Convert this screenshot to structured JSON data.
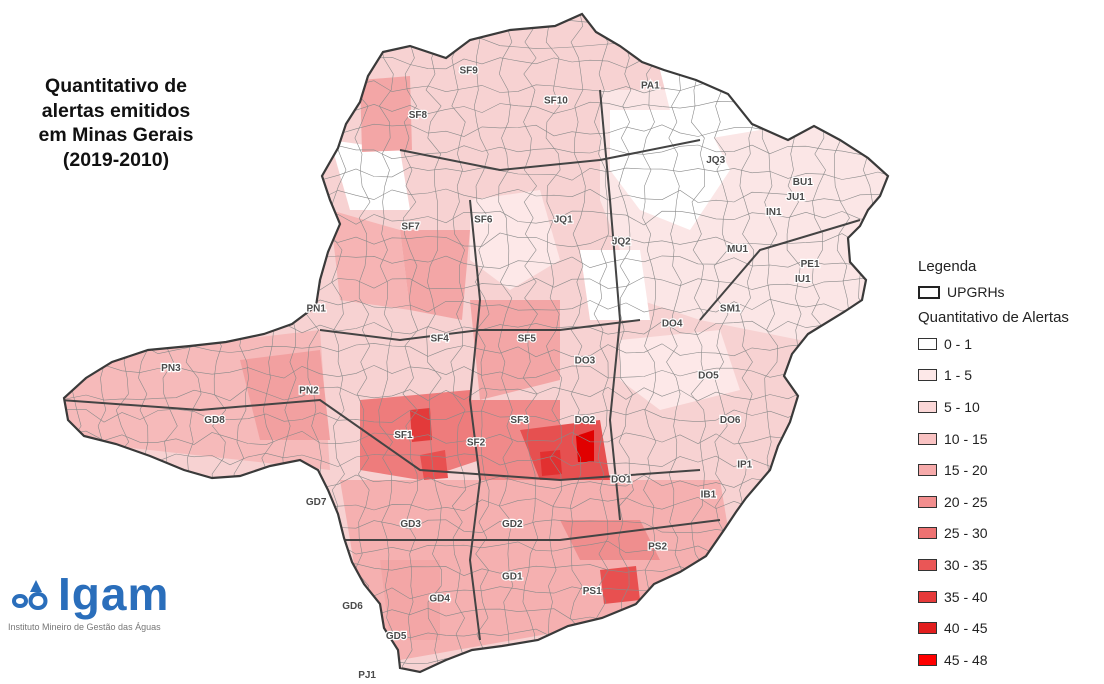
{
  "title_lines": [
    "Quantitativo de",
    "alertas emitidos",
    "em  Minas Gerais",
    "(2019-2010)"
  ],
  "legend": {
    "title": "Legenda",
    "boundary_label": "UPGRHs",
    "subtitle": "Quantitativo de Alertas",
    "classes": [
      {
        "label": "0 - 1",
        "color": "#ffffff"
      },
      {
        "label": "1 - 5",
        "color": "#fde8e8"
      },
      {
        "label": "5 - 10",
        "color": "#fbd7d7"
      },
      {
        "label": "10 - 15",
        "color": "#f9c2c2"
      },
      {
        "label": "15 - 20",
        "color": "#f6aaaa"
      },
      {
        "label": "20 - 25",
        "color": "#f28e8e"
      },
      {
        "label": "25 - 30",
        "color": "#ee7272"
      },
      {
        "label": "30 - 35",
        "color": "#ea5656"
      },
      {
        "label": "35 - 40",
        "color": "#e63a3a"
      },
      {
        "label": "40 - 45",
        "color": "#e21e1e"
      },
      {
        "label": "45 - 48",
        "color": "#ff0000"
      }
    ]
  },
  "logo": {
    "name": "Igam",
    "subtitle": "Instituto Mineiro de Gestão das Águas",
    "color": "#2a6ebb"
  },
  "upgrh_labels": [
    {
      "code": "SF9",
      "lon": -45.6,
      "lat": -14.9
    },
    {
      "code": "SF10",
      "lon": -44.4,
      "lat": -15.3
    },
    {
      "code": "PA1",
      "lon": -43.1,
      "lat": -15.1
    },
    {
      "code": "SF8",
      "lon": -46.3,
      "lat": -15.5
    },
    {
      "code": "JQ3",
      "lon": -42.2,
      "lat": -16.1
    },
    {
      "code": "BU1",
      "lon": -41.0,
      "lat": -16.4
    },
    {
      "code": "JU1",
      "lon": -41.1,
      "lat": -16.6
    },
    {
      "code": "IN1",
      "lon": -41.4,
      "lat": -16.8
    },
    {
      "code": "SF7",
      "lon": -46.4,
      "lat": -17.0
    },
    {
      "code": "SF6",
      "lon": -45.4,
      "lat": -16.9
    },
    {
      "code": "JQ1",
      "lon": -44.3,
      "lat": -16.9
    },
    {
      "code": "JQ2",
      "lon": -43.5,
      "lat": -17.2
    },
    {
      "code": "MU1",
      "lon": -41.9,
      "lat": -17.3
    },
    {
      "code": "PE1",
      "lon": -40.9,
      "lat": -17.5
    },
    {
      "code": "IU1",
      "lon": -41.0,
      "lat": -17.7
    },
    {
      "code": "PN1",
      "lon": -47.7,
      "lat": -18.1
    },
    {
      "code": "SM1",
      "lon": -42.0,
      "lat": -18.1
    },
    {
      "code": "DO4",
      "lon": -42.8,
      "lat": -18.3
    },
    {
      "code": "SF4",
      "lon": -46.0,
      "lat": -18.5
    },
    {
      "code": "SF5",
      "lon": -44.8,
      "lat": -18.5
    },
    {
      "code": "DO3",
      "lon": -44.0,
      "lat": -18.8
    },
    {
      "code": "PN3",
      "lon": -49.7,
      "lat": -18.9
    },
    {
      "code": "DO5",
      "lon": -42.3,
      "lat": -19.0
    },
    {
      "code": "PN2",
      "lon": -47.8,
      "lat": -19.2
    },
    {
      "code": "DO2",
      "lon": -44.0,
      "lat": -19.6
    },
    {
      "code": "DO6",
      "lon": -42.0,
      "lat": -19.6
    },
    {
      "code": "GD8",
      "lon": -49.1,
      "lat": -19.6
    },
    {
      "code": "SF1",
      "lon": -46.5,
      "lat": -19.8
    },
    {
      "code": "SF3",
      "lon": -44.9,
      "lat": -19.6
    },
    {
      "code": "SF2",
      "lon": -45.5,
      "lat": -19.9
    },
    {
      "code": "IP1",
      "lon": -41.8,
      "lat": -20.2
    },
    {
      "code": "DO1",
      "lon": -43.5,
      "lat": -20.4
    },
    {
      "code": "IB1",
      "lon": -42.3,
      "lat": -20.6
    },
    {
      "code": "GD7",
      "lon": -47.7,
      "lat": -20.7
    },
    {
      "code": "GD3",
      "lon": -46.4,
      "lat": -21.0
    },
    {
      "code": "GD2",
      "lon": -45.0,
      "lat": -21.0
    },
    {
      "code": "PS2",
      "lon": -43.0,
      "lat": -21.3
    },
    {
      "code": "GD1",
      "lon": -45.0,
      "lat": -21.7
    },
    {
      "code": "PS1",
      "lon": -43.9,
      "lat": -21.9
    },
    {
      "code": "GD6",
      "lon": -47.2,
      "lat": -22.1
    },
    {
      "code": "GD4",
      "lon": -46.0,
      "lat": -22.0
    },
    {
      "code": "GD5",
      "lon": -46.6,
      "lat": -22.5
    },
    {
      "code": "PJ1",
      "lon": -47.0,
      "lat": -23.1
    }
  ]
}
